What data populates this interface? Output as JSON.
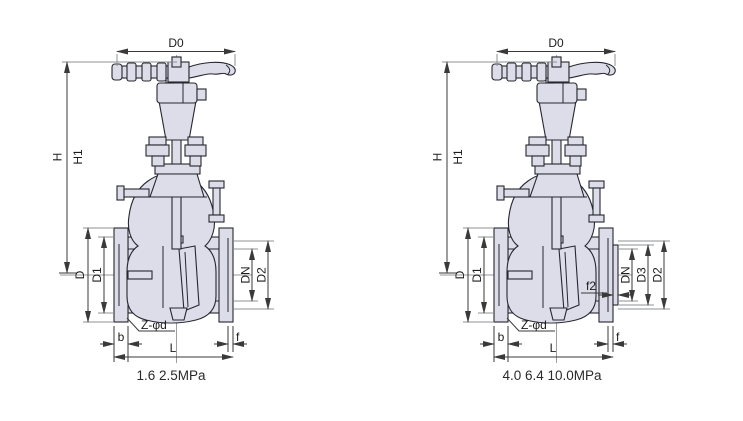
{
  "figure_type": "engineering-drawing",
  "subject": "flanged gate valves dimensional diagram, two pressure-class variants",
  "colors": {
    "background": "#ffffff",
    "body_fill": "#dcdde9",
    "outline": "#26262f",
    "dim_line": "#3a3a3a",
    "ext_line": "#8f9096",
    "label": "#1c1c1c"
  },
  "valve_left": {
    "caption": "1.6 2.5MPa",
    "dims": {
      "D0": "D0",
      "H": "H",
      "H1": "H1",
      "D": "D",
      "D1": "D1",
      "DN": "DN",
      "D2": "D2",
      "Z_phi_d": "Z-φd",
      "b": "b",
      "L": "L",
      "f": "f"
    }
  },
  "valve_right": {
    "caption": "4.0 6.4 10.0MPa",
    "dims": {
      "D0": "D0",
      "H": "H",
      "H1": "H1",
      "D": "D",
      "D1": "D1",
      "DN": "DN",
      "D3": "D3",
      "D2": "D2",
      "f2": "f2",
      "Z_phi_d": "Z-φd",
      "b": "b",
      "L": "L",
      "f": "f"
    }
  }
}
